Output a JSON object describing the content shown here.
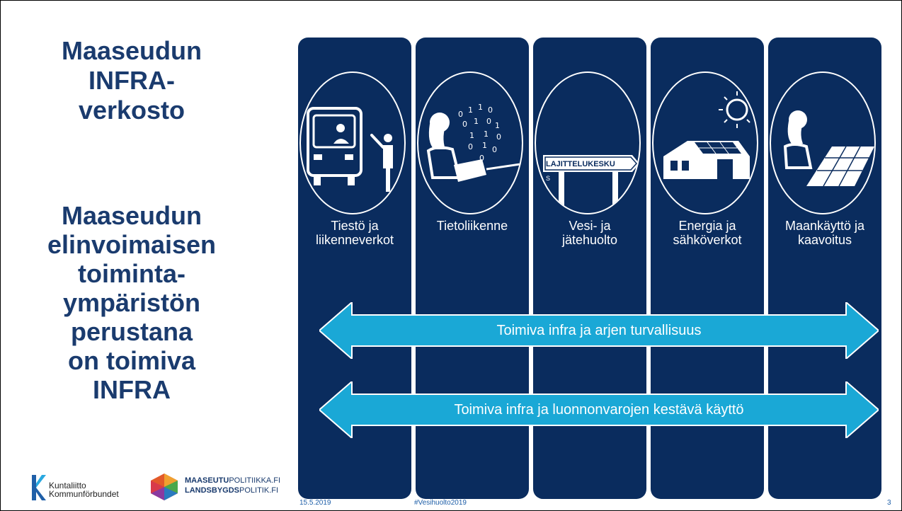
{
  "title": {
    "main": [
      "Maaseudun",
      "INFRA-",
      "verkosto"
    ],
    "sub": [
      "Maaseudun",
      "elinvoimaisen",
      "toiminta-",
      "ympäristön",
      "perustana",
      "on toimiva",
      "INFRA"
    ]
  },
  "columns": [
    {
      "label_lines": [
        "Tiestö ja",
        "liikenneverkot"
      ],
      "icon": "bus-person-icon"
    },
    {
      "label_lines": [
        "Tietoliikenne"
      ],
      "icon": "person-laptop-binary-icon"
    },
    {
      "label_lines": [
        "Vesi- ja",
        "jätehuolto"
      ],
      "icon": "sign-icon",
      "sign_text": "LAJITTELUKESKU",
      "sign_overflow": "S"
    },
    {
      "label_lines": [
        "Energia ja",
        "sähköverkot"
      ],
      "icon": "house-sun-icon"
    },
    {
      "label_lines": [
        "Maankäyttö ja",
        "kaavoitus"
      ],
      "icon": "person-map-icon"
    }
  ],
  "arrows": [
    {
      "label": "Toimiva infra ja arjen turvallisuus"
    },
    {
      "label": "Toimiva infra ja luonnonvarojen kestävä käyttö"
    }
  ],
  "footer": {
    "date": "15.5.2019",
    "hashtag": "#Vesihuolto2019",
    "page": "3"
  },
  "logos": {
    "kuntaliitto_line1": "Kuntaliitto",
    "kuntaliitto_line2": "Kommunförbundet",
    "mp_line1_bold": "MAASEUTU",
    "mp_line1_rest": "POLITIIKKA.FI",
    "mp_line2_bold": "LANDSBYGDS",
    "mp_line2_rest": "POLITIK.FI"
  },
  "colors": {
    "navy": "#0a2c5e",
    "title": "#1a3b6e",
    "arrow": "#1aa8d6",
    "footer": "#1f5fa8"
  }
}
